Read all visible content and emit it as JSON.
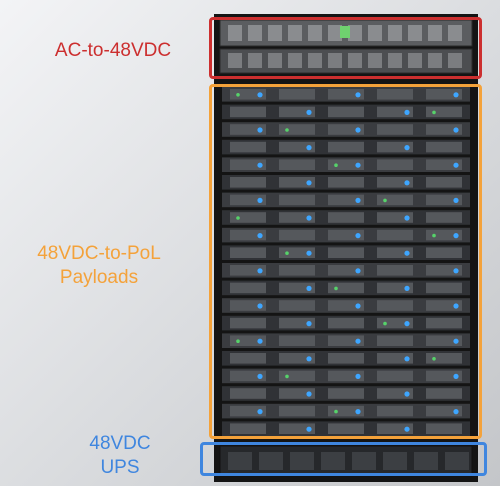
{
  "callouts": {
    "ac": {
      "label": "AC-to-48VDC",
      "color": "#cc2f2f"
    },
    "pol": {
      "line1": "48VDC-to-PoL",
      "line2": "Payloads",
      "color": "#f4a23a"
    },
    "ups": {
      "line1": "48VDC",
      "line2": "UPS",
      "color": "#3f86df"
    }
  },
  "rack": {
    "led_color": "#3ea6ff",
    "frame_color": "#141414"
  }
}
